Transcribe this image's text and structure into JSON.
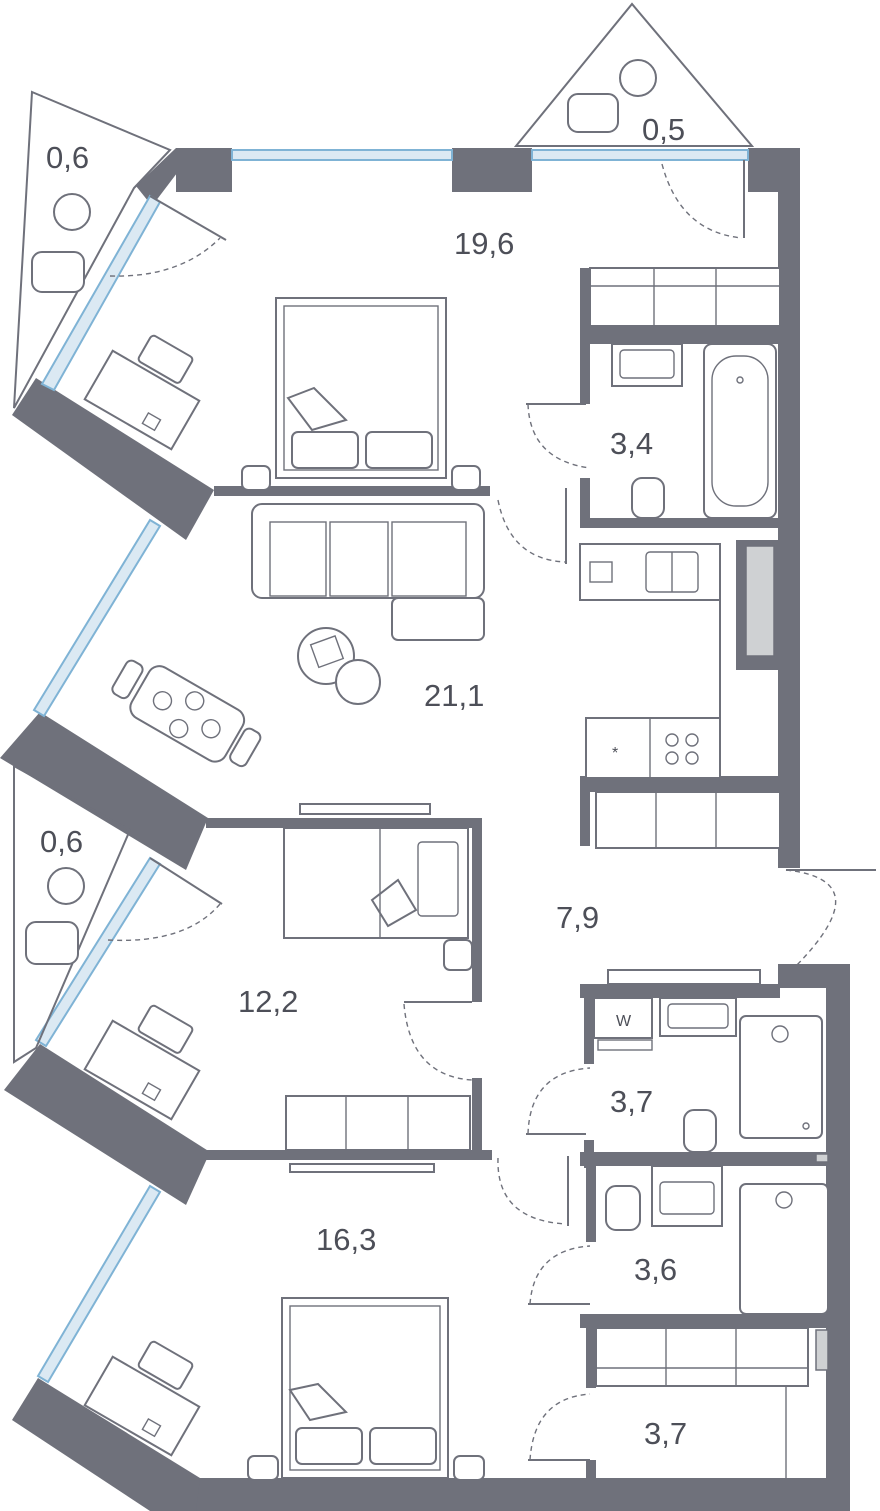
{
  "rooms": {
    "balcony_top_left": "0,6",
    "balcony_top_right": "0,5",
    "bedroom_top": "19,6",
    "bathroom_top": "3,4",
    "living_kitchen": "21,1",
    "balcony_mid_left": "0,6",
    "hall": "7,9",
    "bedroom_mid": "12,2",
    "bathroom_mid": "3,7",
    "bedroom_bottom": "16,3",
    "bathroom_bottom": "3,6",
    "storage_bottom": "3,7"
  },
  "symbols": {
    "washer_marker": "W",
    "fridge_marker": "*"
  },
  "colors": {
    "wall": "#6f717b",
    "window_glass": "#dbe9f3",
    "window_frame": "#7fb3d5",
    "shaft": "#cfd1d3",
    "text": "#4d4f58"
  }
}
